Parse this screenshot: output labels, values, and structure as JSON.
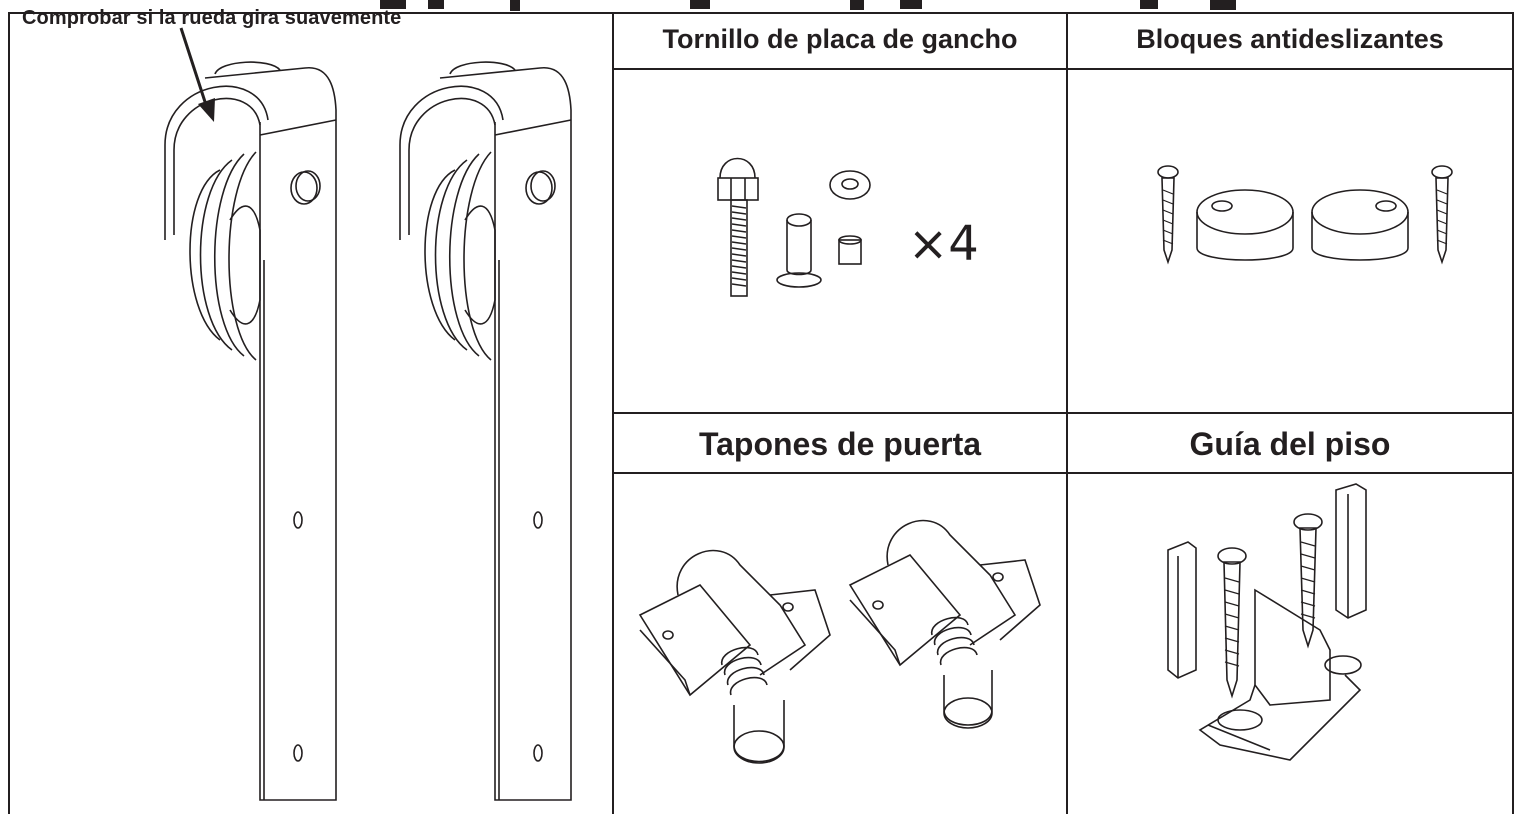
{
  "hangers": {
    "note": "Comprobar si la rueda gira suavemente"
  },
  "cells": [
    {
      "title": "Tornillo de placa de gancho",
      "quantity": "×4"
    },
    {
      "title": "Bloques antideslizantes"
    },
    {
      "title": "Tapones de puerta"
    },
    {
      "title": "Guía del piso"
    }
  ],
  "colors": {
    "ink": "#231f20",
    "paper": "#ffffff"
  }
}
